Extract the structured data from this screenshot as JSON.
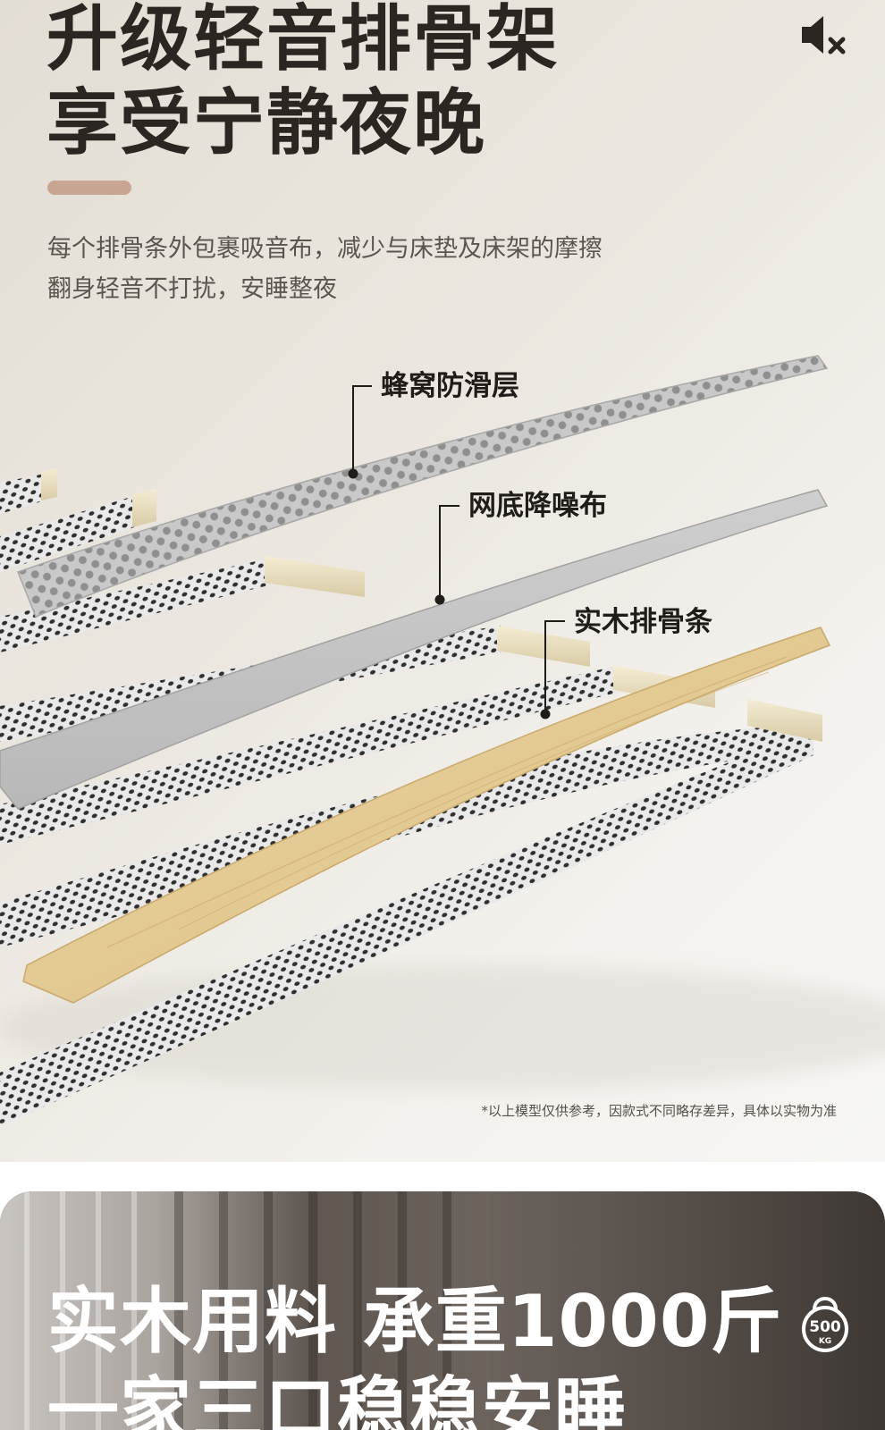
{
  "top_section": {
    "title_line1": "升级轻音排骨架",
    "title_line2": "享受宁静夜晚",
    "desc_line1": "每个排骨条外包裹吸音布，减少与床垫及床架的摩擦",
    "desc_line2": "翻身轻音不打扰，安睡整夜",
    "labels": {
      "honeycomb": "蜂窝防滑层",
      "mesh": "网底降噪布",
      "wood": "实木排骨条"
    },
    "disclaimer": "*以上模型仅供参考，因款式不同略存差异，具体以实物为准"
  },
  "bottom_section": {
    "title_line1": "实木用料 承重1000斤",
    "title_line2": "一家三口稳稳安睡",
    "weight_badge": "500",
    "weight_unit": "KG"
  },
  "icons": {
    "mute": "speaker-muted-icon",
    "weight": "kettlebell-icon"
  },
  "colors": {
    "title": "#2b2622",
    "accent": "#c9a594",
    "wood": "#e6cf9e",
    "cap": "#ece3c8"
  }
}
